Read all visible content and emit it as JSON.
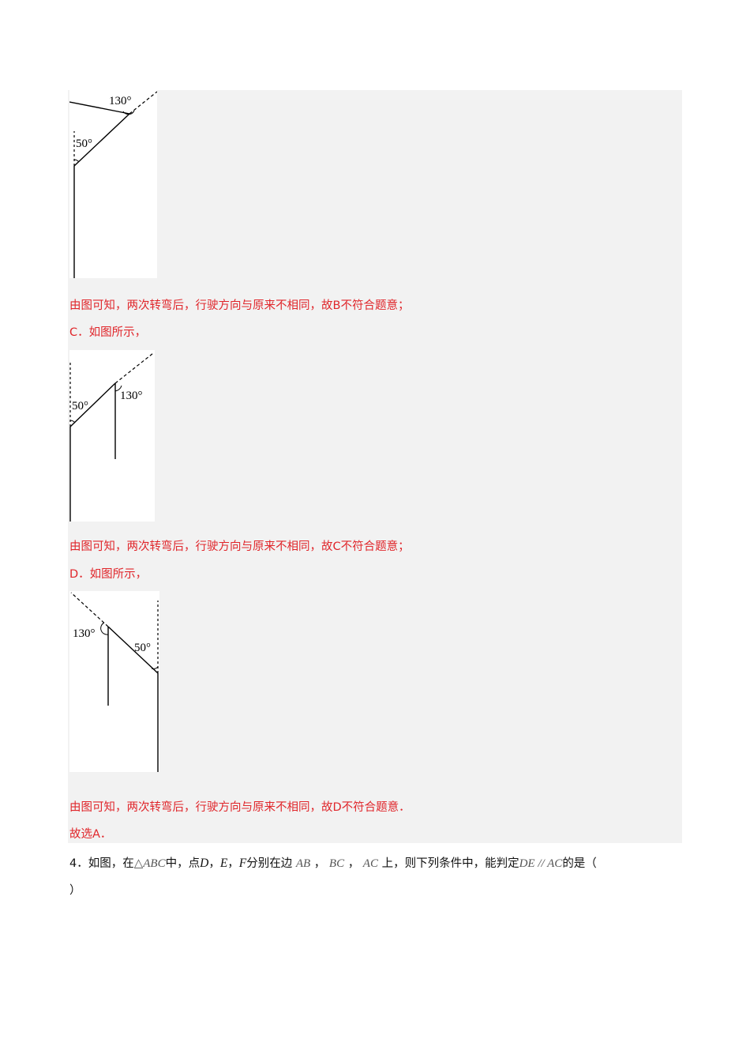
{
  "figures": {
    "b": {
      "angle_top": "130°",
      "angle_bottom": "50°"
    },
    "c": {
      "angle_left": "50°",
      "angle_right": "130°"
    },
    "d": {
      "angle_left": "130°",
      "angle_right": "50°"
    }
  },
  "solution": {
    "b_conclusion": "由图可知，两次转弯后，行驶方向与原来不相同，故B不符合题意；",
    "c_intro": "C．如图所示，",
    "c_conclusion": "由图可知，两次转弯后，行驶方向与原来不相同，故C不符合题意；",
    "d_intro": "D．如图所示，",
    "d_conclusion": "由图可知，两次转弯后，行驶方向与原来不相同，故D不符合题意．",
    "final": "故选A．"
  },
  "question4": {
    "number": "4．",
    "t1": "如图，在",
    "triangle": "△ABC",
    "t2": "中，点",
    "D": "D",
    "sep1": "，",
    "E": "E",
    "sep2": "，",
    "F": "F",
    "t3": "分别在边",
    "AB": "AB",
    "sep3": "，",
    "BC": "BC",
    "sep4": "，",
    "AC": "AC",
    "t4": "上，则下列条件中，能判定",
    "cond": "DE // AC",
    "t5": "的是（",
    "t6": "）"
  }
}
